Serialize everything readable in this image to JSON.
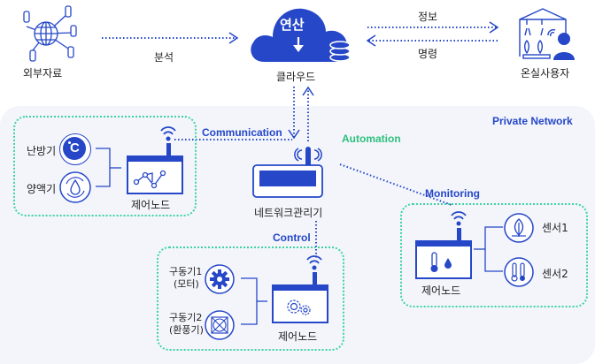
{
  "top": {
    "external_data": {
      "label": "외부자료",
      "icon": "globe-network-icon"
    },
    "analysis_label": "분석",
    "cloud": {
      "title": "연산",
      "label": "클라우드",
      "icon": "cloud-icon"
    },
    "info_label": "정보",
    "command_label": "명령",
    "greenhouse_user": {
      "label": "온실사용자",
      "icon": "greenhouse-user-icon"
    }
  },
  "network": {
    "title": "Private Network",
    "gateway_label": "네트워크관리기",
    "communication_label": "Communication",
    "automation_label": "Automation",
    "monitoring_label": "Monitoring",
    "control_label": "Control"
  },
  "groups": {
    "heating": {
      "node_label": "제어노드",
      "devices": [
        {
          "label": "난방기",
          "icon": "celsius-icon"
        },
        {
          "label": "양액기",
          "icon": "water-cycle-icon"
        }
      ]
    },
    "monitoring": {
      "node_label": "제어노드",
      "sensors": [
        {
          "label": "센서1",
          "icon": "leaf-icon"
        },
        {
          "label": "센서2",
          "icon": "thermometer-icon"
        }
      ]
    },
    "control": {
      "node_label": "제어노드",
      "actuators": [
        {
          "label_line1": "구동기1",
          "label_line2": "(모터)",
          "icon": "gear-icon"
        },
        {
          "label_line1": "구동기2",
          "label_line2": "(환풍기)",
          "icon": "fan-icon"
        }
      ]
    }
  },
  "colors": {
    "primary": "#2547c8",
    "accent_green": "#2fbf7c",
    "panel_bg": "#f3f5fb"
  }
}
